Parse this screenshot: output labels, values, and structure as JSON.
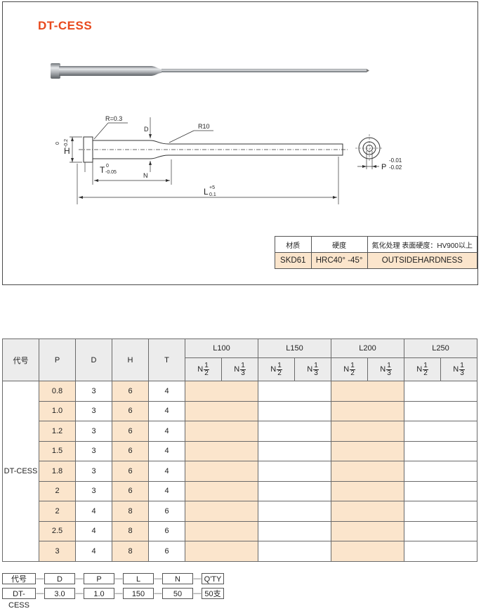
{
  "title": "DT-CESS",
  "drawing": {
    "r_label": "R=0.3",
    "d_label": "D",
    "r10_label": "R10",
    "h_label": "H",
    "h_tol_upper": "0",
    "h_tol_lower": "-0.2",
    "t_label": "T",
    "t_tol_upper": "0",
    "t_tol_lower": "-0.05",
    "n_label": "N",
    "l_label": "L",
    "l_tol_upper": "+5",
    "l_tol_lower": "0.1",
    "p_label": "P",
    "p_tol_upper": "-0.01",
    "p_tol_lower": "-0.02"
  },
  "material": {
    "headers": [
      "材质",
      "硬度",
      "氮化处理 表面硬度：HV900以上"
    ],
    "values": [
      "SKD61",
      "HRC40°  -45°",
      "OUTSIDEHARDNESS"
    ]
  },
  "spec": {
    "headers": {
      "code": "代号",
      "p": "P",
      "d": "D",
      "h": "H",
      "t": "T",
      "lengths": [
        "L100",
        "L150",
        "L200",
        "L250"
      ],
      "n_prefix": "N",
      "frac_num": "1",
      "frac_den": [
        "2",
        "3"
      ]
    },
    "code_value": "DT-CESS",
    "rows": [
      {
        "p": "0.8",
        "d": "3",
        "h": "6",
        "t": "4"
      },
      {
        "p": "1.0",
        "d": "3",
        "h": "6",
        "t": "4"
      },
      {
        "p": "1.2",
        "d": "3",
        "h": "6",
        "t": "4"
      },
      {
        "p": "1.5",
        "d": "3",
        "h": "6",
        "t": "4"
      },
      {
        "p": "1.8",
        "d": "3",
        "h": "6",
        "t": "4"
      },
      {
        "p": "2",
        "d": "3",
        "h": "6",
        "t": "4"
      },
      {
        "p": "2",
        "d": "4",
        "h": "8",
        "t": "6"
      },
      {
        "p": "2.5",
        "d": "4",
        "h": "8",
        "t": "6"
      },
      {
        "p": "3",
        "d": "4",
        "h": "8",
        "t": "6"
      }
    ]
  },
  "order": {
    "headers": [
      "代号",
      "D",
      "P",
      "L",
      "N",
      "Q'TY"
    ],
    "example": [
      "DT-CESS",
      "3.0",
      "1.0",
      "150",
      "50",
      "50支"
    ],
    "separator": "—"
  }
}
